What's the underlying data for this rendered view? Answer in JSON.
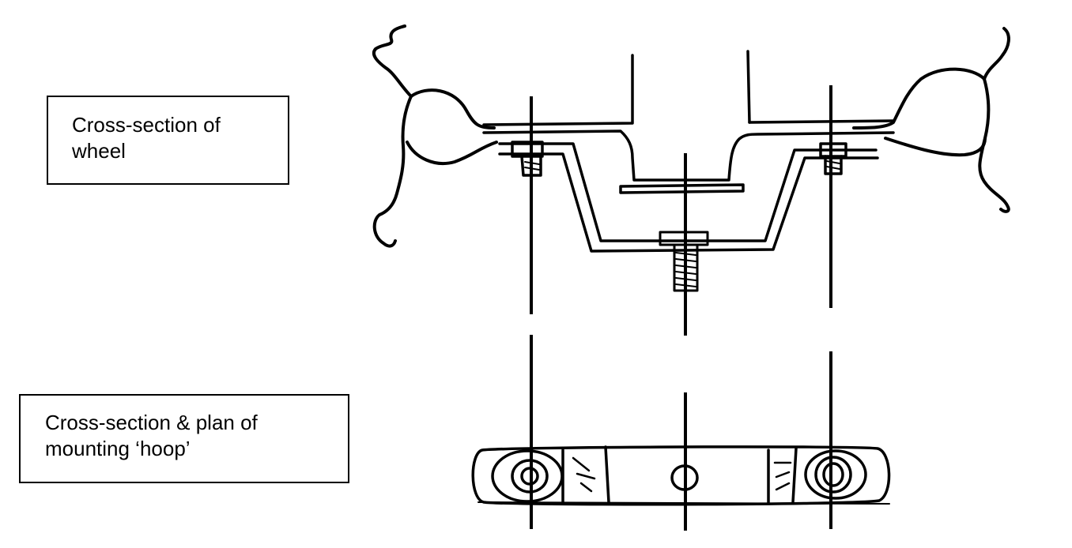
{
  "labels": {
    "wheel": {
      "line1": "Cross-section of",
      "line2": "wheel"
    },
    "hoop": {
      "line1": "Cross-section & plan of",
      "line2": "mounting ‘hoop’"
    }
  },
  "colors": {
    "ink": "#000000",
    "paper": "#ffffff"
  }
}
